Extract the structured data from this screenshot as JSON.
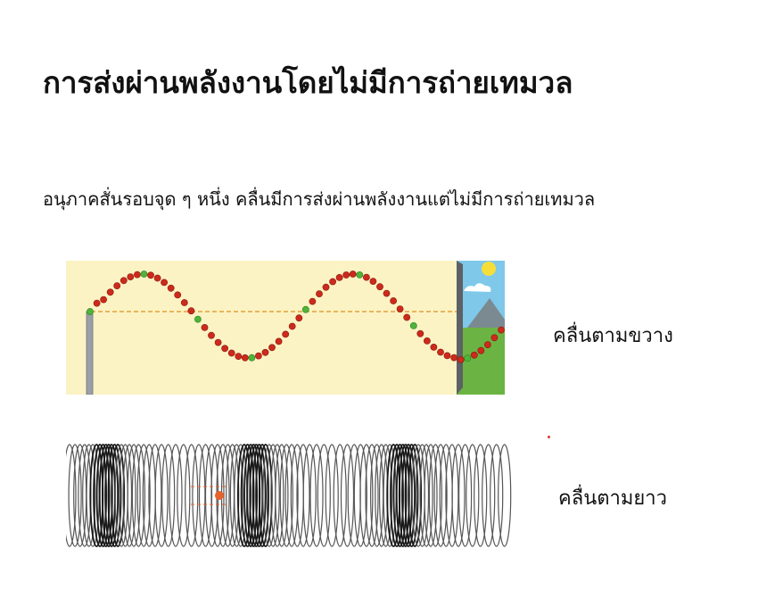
{
  "slide": {
    "title": "การส่งผ่านพลังงานโดยไม่มีการถ่ายเทมวล",
    "body": "อนุภาคสั่นรอบจุด ๆ หนึ่ง คลื่นมีการส่งผ่านพลังงานแต่ไม่มีการถ่ายเทมวล"
  },
  "figures": {
    "transverse": {
      "caption": "คลื่นตามขวาง",
      "colors": {
        "background": "#fbf3c4",
        "bead": "#cc2a1c",
        "marker_bead": "#4fb43a",
        "equilibrium_line": "#e3a23a",
        "pole": "#9aa0a6",
        "sky": "#7fc8ea"
      }
    },
    "longitudinal": {
      "caption": "คลื่นตามยาว",
      "colors": {
        "coil": "#555555",
        "compression": "#1a1a1a",
        "marker": "#e8622c"
      }
    }
  }
}
